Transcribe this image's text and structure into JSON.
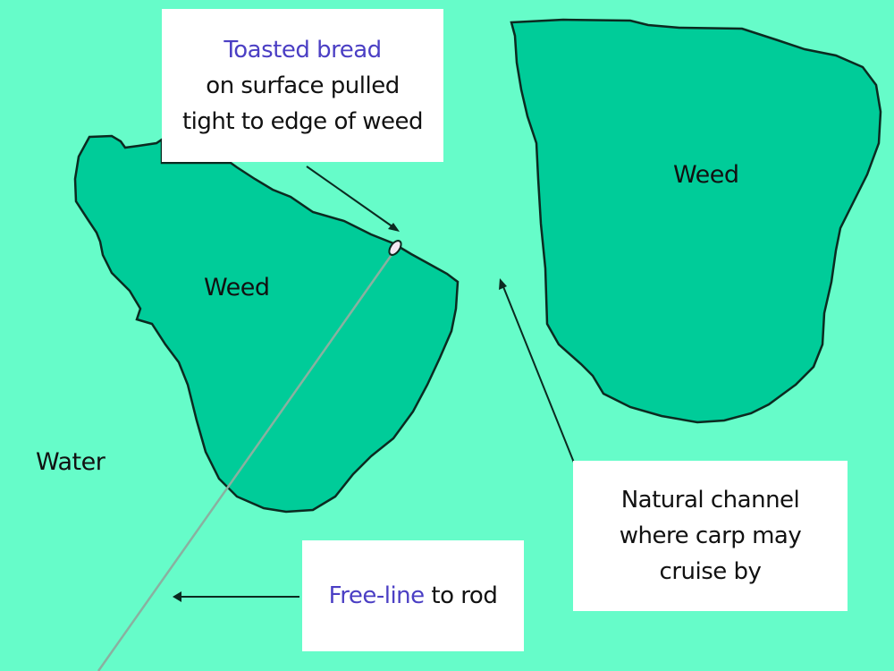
{
  "colors": {
    "water": "#66fcc9",
    "weed": "#00cc99",
    "outline": "#0b2a20",
    "highlight_text": "#4b3fc4",
    "line": "#8ab0a0",
    "bait": "#f4e8f4"
  },
  "labels": {
    "water": "Water",
    "weed_left": "Weed",
    "weed_right": "Weed"
  },
  "callouts": {
    "bait": {
      "highlight": "Toasted bread",
      "line2": "on surface pulled",
      "line3": "tight to edge of weed"
    },
    "channel": {
      "line1": "Natural channel",
      "line2": "where carp may",
      "line3": "cruise by"
    },
    "freeline": {
      "highlight": "Free-line",
      "rest": " to rod"
    }
  }
}
